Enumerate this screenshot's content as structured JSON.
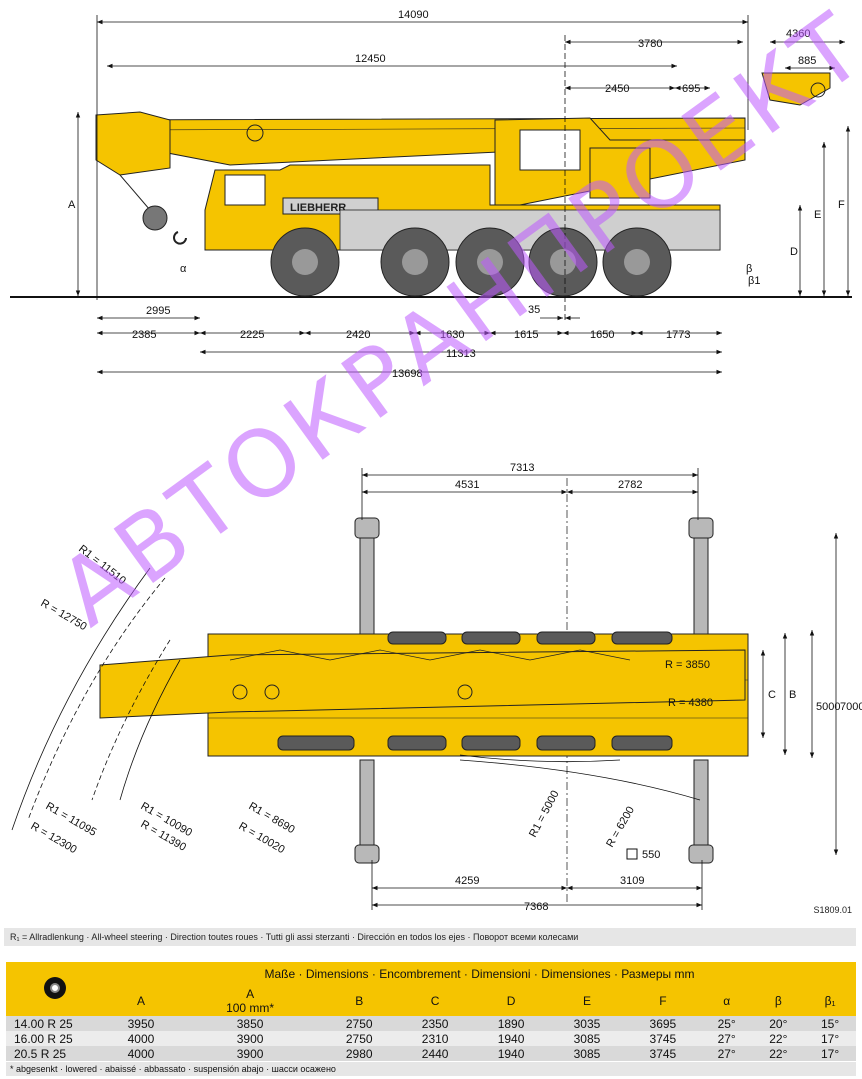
{
  "side_view": {
    "dims_top": [
      "14090",
      "12450",
      "3780",
      "2450",
      "695",
      "4360",
      "885"
    ],
    "dims_bottom": [
      "2995",
      "2385",
      "2225",
      "2420",
      "1630",
      "35",
      "1615",
      "1650",
      "1773",
      "11313",
      "13698"
    ],
    "vertical_labels": [
      "A",
      "D",
      "E",
      "F"
    ],
    "angle_labels": [
      "α",
      "β",
      "β1"
    ],
    "brand": "LIEBHERR"
  },
  "top_view": {
    "dims_top": [
      "7313",
      "4531",
      "2782"
    ],
    "dims_bottom": [
      "4259",
      "3109",
      "7368"
    ],
    "dims_right": [
      "B",
      "C",
      "5000",
      "7000"
    ],
    "radii_left": [
      "R1 = 11510",
      "R = 12750",
      "R1 = 11095",
      "R = 12300",
      "R1 = 10090",
      "R = 11390",
      "R1 = 8690",
      "R = 10020"
    ],
    "radii_right": [
      "R = 3850",
      "R = 4380",
      "R1 = 5000",
      "R = 6200"
    ],
    "outrigger_pad": "550"
  },
  "drawing_id": "S1809.01",
  "legend": "R₁ =  Allradlenkung · All-wheel steering · Direction toutes roues · Tutti gli assi sterzanti · Dirección en todos los ejes · Поворот всеми колесами",
  "table": {
    "title": "Maße · Dimensions · Encombrement · Dimensioni · Dimensiones · Размеры mm",
    "columns": [
      "A",
      "A",
      "B",
      "C",
      "D",
      "E",
      "F",
      "α",
      "β",
      "β₁"
    ],
    "column_sub": "100 mm*",
    "rows": [
      [
        "14.00 R 25",
        "3950",
        "3850",
        "2750",
        "2350",
        "1890",
        "3035",
        "3695",
        "25°",
        "20°",
        "15°"
      ],
      [
        "16.00 R 25",
        "4000",
        "3900",
        "2750",
        "2310",
        "1940",
        "3085",
        "3745",
        "27°",
        "22°",
        "17°"
      ],
      [
        "20.5   R 25",
        "4000",
        "3900",
        "2980",
        "2440",
        "1940",
        "3085",
        "3745",
        "27°",
        "22°",
        "17°"
      ]
    ],
    "footnote": "* abgesenkt · lowered · abaissé · abbassato · suspensión abajo · шасси осажено"
  },
  "watermark": "АВТОКРАНПРОЕКТ",
  "colors": {
    "crane": "#f5c400",
    "outline": "#222222",
    "wheel": "#5a5a5a",
    "watermark": "#b060ff"
  }
}
